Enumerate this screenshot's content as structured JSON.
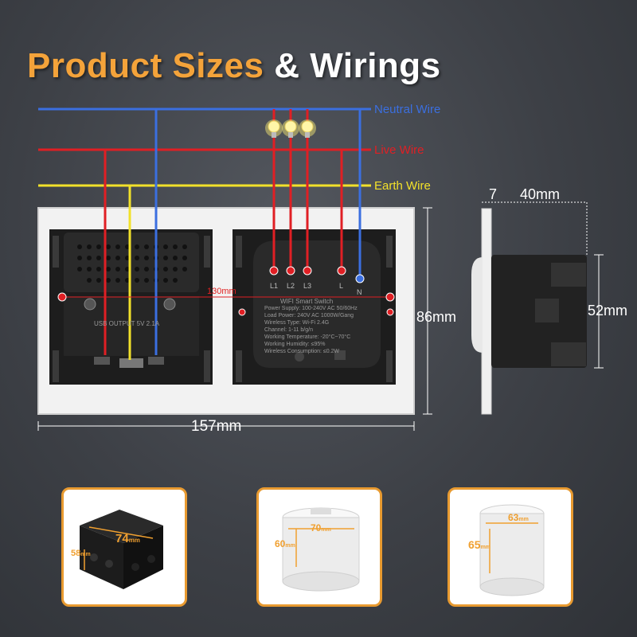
{
  "title": {
    "part1": "Product Sizes",
    "part2": "& Wirings"
  },
  "wires": {
    "neutral": "Neutral Wire",
    "live": "Live Wire",
    "earth": "Earth Wire"
  },
  "colors": {
    "neutral": "#3b6fe0",
    "live": "#e01f24",
    "earth": "#f2e12a",
    "accent": "#f4a33a"
  },
  "dimensions": {
    "width": "157mm",
    "height": "86mm",
    "module_spacing": "130mm",
    "side_front": "7",
    "side_depth": "40mm",
    "side_height": "52mm"
  },
  "terminals": [
    "L1",
    "L2",
    "L3",
    "L",
    "N"
  ],
  "switch_label": {
    "name": "WIFI Smart Switch",
    "l1": "Power Supply: 100-240V AC 50/60Hz",
    "l2": "Load Power: 240V AC 1000W/Gang",
    "l3": "Wireless Type: Wi-Fi 2.4G",
    "l4": "Channel: 1-11 b/g/n",
    "l5": "Working Temperature: -20°C~70°C",
    "l6": "Working Humidity: ≤95%",
    "l7": "Wireless Consumption: ≤0.2W"
  },
  "socket_label": "USB OUTPUT 5V 2.1A",
  "boxes": [
    {
      "w": "74",
      "unit": "mm",
      "h": "58"
    },
    {
      "w": "70",
      "unit": "mm",
      "h": "60"
    },
    {
      "w": "63",
      "unit": "mm",
      "h": "65"
    }
  ]
}
